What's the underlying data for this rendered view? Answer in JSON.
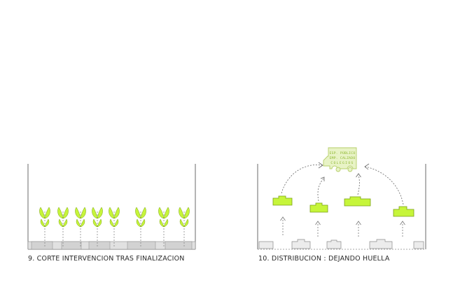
{
  "captions": {
    "left": "9. CORTE INTERVENCION TRAS FINALIZACION",
    "right": "10. DISTRIBUCION : DEJANDO HUELLA"
  },
  "truck": {
    "line1": "ESP. PÚBLICO",
    "line2": "EMP. CALZADO",
    "line3": "COLEGIOS"
  },
  "colors": {
    "accent": "#c6f53a",
    "accent_stroke": "#7aa018",
    "frame": "#6a6a6a",
    "ground": "#d9d9d9",
    "ground_stroke": "#8a8a8a",
    "dash": "#8a8a8a",
    "truck_fill": "#e8f3c6",
    "truck_text": "#8ab52a"
  },
  "icons": {
    "plant": "sprout-icon",
    "block": "green-block-icon",
    "arrow": "up-arrow-icon",
    "truck": "truck-icon"
  }
}
